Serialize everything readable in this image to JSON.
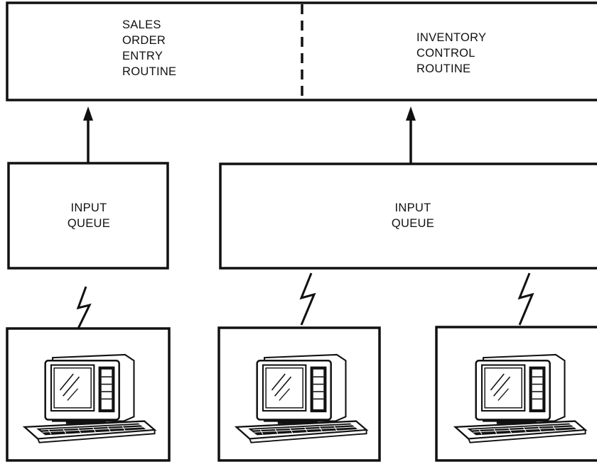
{
  "routines_box": {
    "sales": {
      "lines": [
        "SALES",
        "ORDER",
        "ENTRY",
        "ROUTINE"
      ]
    },
    "inventory": {
      "lines": [
        "INVENTORY",
        "CONTROL",
        "ROUTINE"
      ]
    }
  },
  "queues": [
    {
      "lines": [
        "INPUT",
        "QUEUE"
      ]
    },
    {
      "lines": [
        "INPUT",
        "QUEUE"
      ]
    }
  ],
  "terminals": [
    {
      "icon": "computer-terminal-icon"
    },
    {
      "icon": "computer-terminal-icon"
    },
    {
      "icon": "computer-terminal-icon"
    }
  ],
  "connectors": {
    "arrow_icon": "arrow-up-icon",
    "link_icon": "lightning-bolt-icon"
  }
}
